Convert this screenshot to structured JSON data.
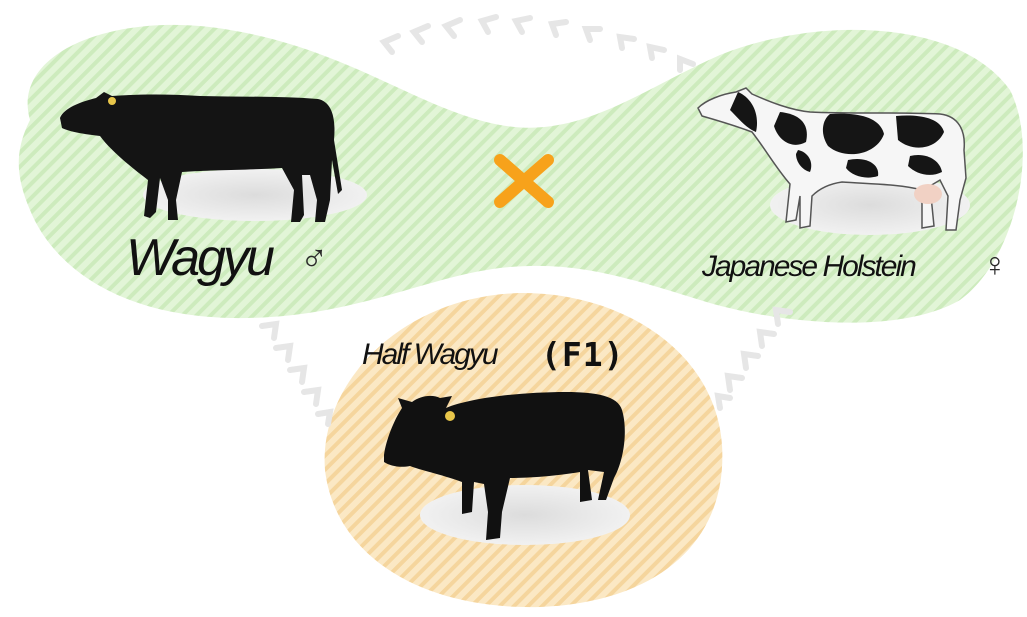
{
  "sire": {
    "label": "Wagyu",
    "sex_symbol": "♂"
  },
  "dam": {
    "label": "Japanese Holstein",
    "sex_symbol": "♀"
  },
  "offspring": {
    "label": "Half Wagyu",
    "tag": "(F1)"
  },
  "cross_symbol": "×",
  "colors": {
    "parent_blob": "#d3efc6",
    "offspring_blob": "#f8dfb0",
    "cross": "#f7a21b",
    "chevrons": "#e9e9e9",
    "text": "#111111"
  }
}
